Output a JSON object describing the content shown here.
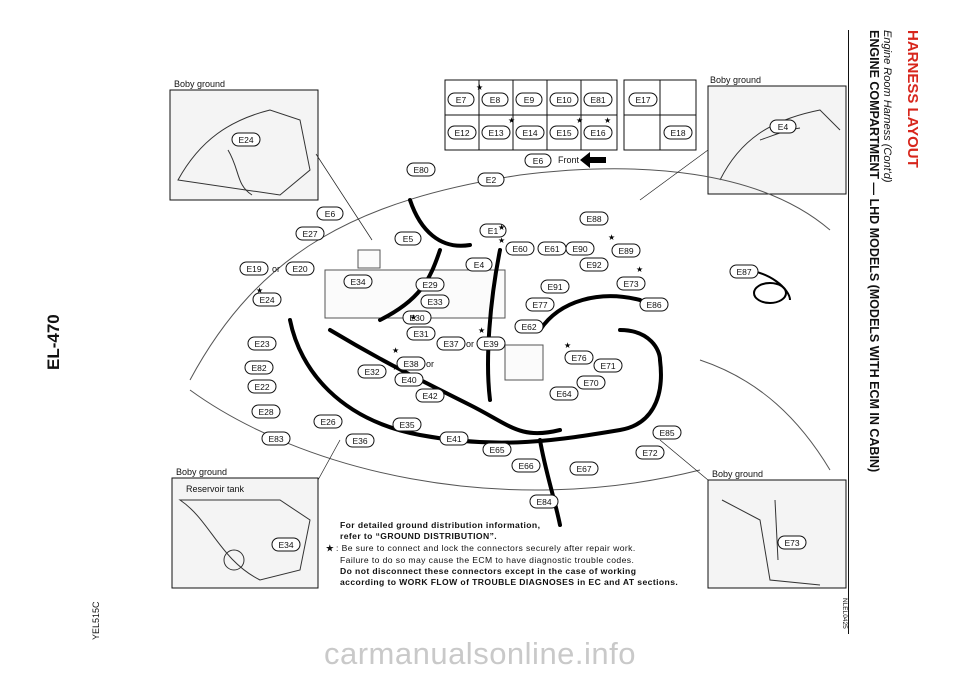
{
  "header": {
    "section": "HARNESS LAYOUT",
    "subtitle": "Engine Room Harness (Cont'd)",
    "title": "ENGINE COMPARTMENT — LHD MODELS (MODELS WITH ECM IN CABIN)",
    "ref_code": "NLEL0425"
  },
  "page_number": "EL-470",
  "figure_code": "YEL515C",
  "insets": {
    "top_left": "Boby ground",
    "top_right": "Boby ground",
    "bottom_left": "Boby ground",
    "bottom_left_sub": "Reservoir tank",
    "bottom_right": "Boby ground"
  },
  "front_label": "Front",
  "or_label": "or",
  "connector_grid": {
    "row1": [
      "E7",
      "E8",
      "E9",
      "E10",
      "E81"
    ],
    "row2": [
      "E12",
      "E13",
      "E14",
      "E15",
      "E16"
    ],
    "right_row1": [
      "E17",
      ""
    ],
    "right_row2": [
      "",
      "E18"
    ],
    "bottom": "E6"
  },
  "connectors": [
    "E80",
    "E2",
    "E6",
    "E27",
    "E5",
    "E1",
    "E60",
    "E61",
    "E90",
    "E88",
    "E89",
    "E4",
    "E19",
    "E20",
    "E34",
    "E29",
    "E33",
    "E30",
    "E31",
    "E37",
    "E39",
    "E91",
    "E92",
    "E73",
    "E86",
    "E87",
    "E77",
    "E62",
    "E24",
    "E23",
    "E82",
    "E22",
    "E28",
    "E83",
    "E26",
    "E32",
    "E38",
    "E40",
    "E42",
    "E35",
    "E36",
    "E41",
    "E76",
    "E71",
    "E70",
    "E64",
    "E65",
    "E66",
    "E67",
    "E84",
    "E72",
    "E85",
    "E24",
    "E4",
    "E34",
    "E73"
  ],
  "notes": {
    "line1": "For detailed ground distribution information,",
    "line2": "refer to “GROUND DISTRIBUTION”.",
    "star": "★",
    "line3": ": Be sure to connect and lock the connectors securely after repair work.",
    "line4": "Failure to do so may cause the ECM to have diagnostic trouble codes.",
    "line5": "Do not disconnect these connectors except in the case of working",
    "line6": "according to WORK FLOW of TROUBLE DIAGNOSES in EC and AT sections."
  },
  "watermark": "carmanualsonline.info"
}
